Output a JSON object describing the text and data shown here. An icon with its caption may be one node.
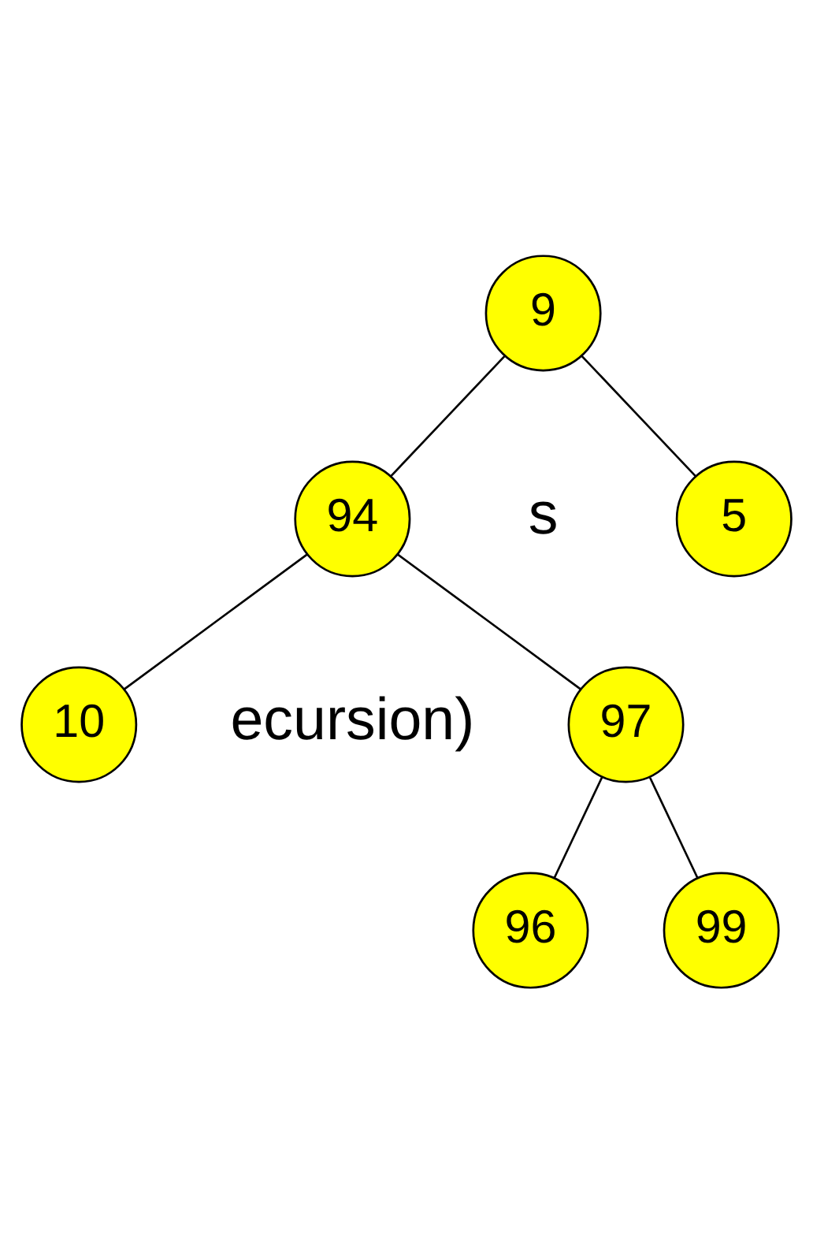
{
  "diagram": {
    "nodes": [
      {
        "text": [
          "9"
        ]
      },
      {
        "text": [
          "5"
        ]
      },
      {
        "text": [
          "94"
        ]
      },
      {
        "text": [
          "10"
        ]
      },
      {
        "text": [
          "97"
        ]
      },
      {
        "text": [
          "96"
        ]
      },
      {
        "text": [
          "99"
        ]
      }
    ],
    "edges": [
      {
        "from": 0,
        "to": 1,
        "arrow": "none"
      },
      {
        "from": 0,
        "to": 2,
        "arrow": "none"
      },
      {
        "from": 2,
        "to": 3,
        "arrow": "none"
      },
      {
        "from": 2,
        "to": 4,
        "arrow": "none"
      },
      {
        "from": 4,
        "to": 5,
        "arrow": "none"
      },
      {
        "from": 4,
        "to": 6,
        "arrow": "none"
      }
    ],
    "labels": [
      "s",
      "ecursion)"
    ]
  }
}
